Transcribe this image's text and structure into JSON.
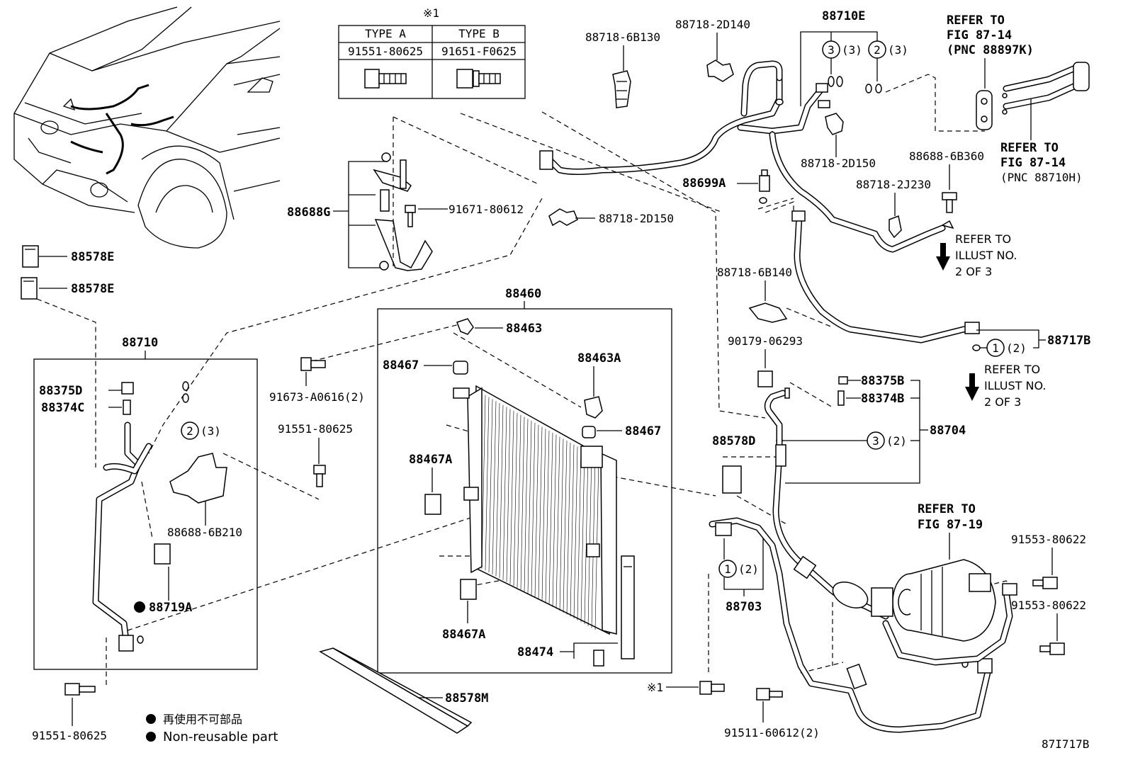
{
  "labels": {
    "note_mark_top": "※1",
    "type_a": "TYPE A",
    "type_b": "TYPE B",
    "type_a_part": "91551-80625",
    "type_b_part": "91651-F0625",
    "p88718_6b130": "88718-6B130",
    "p88718_2d140": "88718-2D140",
    "p88710e": "88710E",
    "q3_88710e": "(3)",
    "q2_88710e": "(3)",
    "refer_fig8714a_1": "REFER TO",
    "refer_fig8714a_2": "FIG 87-14",
    "refer_fig8714a_3": "(PNC 88897K)",
    "refer_fig8714b_1": "REFER TO",
    "refer_fig8714b_2": "FIG 87-14",
    "refer_fig8714b_3": "(PNC 88710H)",
    "p88718_2d150a": "88718-2D150",
    "p88688_6b360": "88688-6B360",
    "p88699a": "88699A",
    "p88718_2j230": "88718-2J230",
    "refer_illust_a_1": "REFER TO",
    "refer_illust_a_2": "ILLUST NO.",
    "refer_illust_a_3": "2 OF 3",
    "p88688g": "88688G",
    "p91671": "91671-80612",
    "p88718_2d150b": "88718-2D150",
    "p88578e_1": "88578E",
    "p88578e_2": "88578E",
    "p88460": "88460",
    "p88463": "88463",
    "p88467_a": "88467",
    "p88463a": "88463A",
    "p88467_b": "88467",
    "p88467a_1": "88467A",
    "p88467a_2": "88467A",
    "p88474": "88474",
    "p88578m": "88578M",
    "p88710": "88710",
    "p88375d": "88375D",
    "p88374c": "88374C",
    "q2_88710": "(3)",
    "p88688_6b210": "88688-6B210",
    "p88719a": "88719A",
    "p91551_bottom": "91551-80625",
    "legend_jp": "再使用不可部品",
    "legend_en": "Non-reusable part",
    "p91673": "91673-A0616(2)",
    "p91551_mid": "91551-80625",
    "p88718_6b140": "88718-6B140",
    "p90179": "90179-06293",
    "p88717b": "88717B",
    "q1_88717b": "(2)",
    "refer_illust_b_1": "REFER TO",
    "refer_illust_b_2": "ILLUST NO.",
    "refer_illust_b_3": "2 OF 3",
    "p88375b": "88375B",
    "p88374b": "88374B",
    "p88704": "88704",
    "q3_88704": "(2)",
    "p88578d": "88578D",
    "q1_88703": "(2)",
    "p88703": "88703",
    "refer_fig8719_1": "REFER TO",
    "refer_fig8719_2": "FIG 87-19",
    "p91553_a": "91553-80622",
    "p91553_b": "91553-80622",
    "note_mark_bottom": "※1",
    "p91511": "91511-60612(2)",
    "figure_code": "87I717B",
    "circle1": "1",
    "circle2": "2",
    "circle3": "3"
  }
}
